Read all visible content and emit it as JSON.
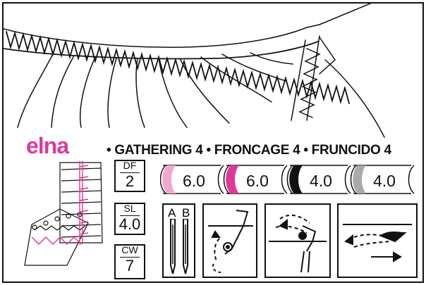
{
  "brand": {
    "logo_text": "elna",
    "logo_color": "#e0389a"
  },
  "stitch_title": "• GATHERING 4 • FRONCAGE 4 • FRUNCIDO 4",
  "settings": [
    {
      "label": "DF",
      "value": "2"
    },
    {
      "label": "SL",
      "value": "4.0"
    },
    {
      "label": "CW",
      "value": "7"
    }
  ],
  "thread_tensions": [
    {
      "value": "6.0",
      "color": "#f2a7cc"
    },
    {
      "value": "6.0",
      "color": "#e0389a"
    },
    {
      "value": "4.0",
      "color": "#111111"
    },
    {
      "value": "4.0",
      "color": "#a9a9a9"
    }
  ],
  "needles": {
    "left": "A",
    "right": "B"
  },
  "icons": [
    "fabric-stitch-illustration",
    "needle-position-diagram",
    "presser-foot-lever-icon",
    "foot-adjust-icon",
    "differential-feed-icon"
  ]
}
